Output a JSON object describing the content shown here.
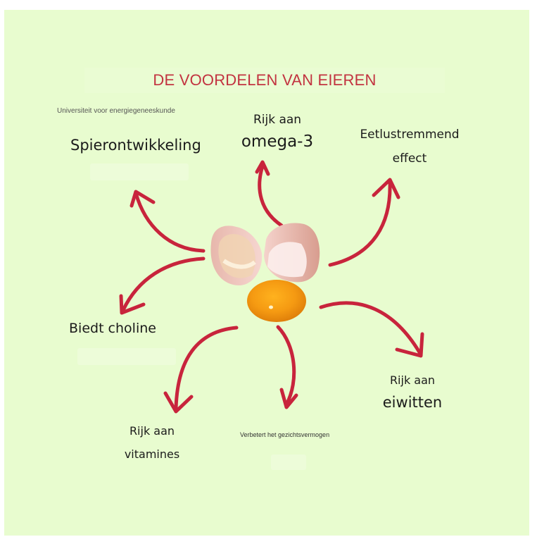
{
  "title": "DE VOORDELEN VAN EIEREN",
  "source_note": "Universiteit voor energiegeneeskunde",
  "accent_color": "#c8243c",
  "background_color": "#e8fccf",
  "benefits": [
    {
      "id": "muscle",
      "lines": [
        "Spierontwikkeling"
      ]
    },
    {
      "id": "omega3",
      "lines": [
        "Rijk aan",
        "omega-3"
      ]
    },
    {
      "id": "appetite",
      "lines": [
        "Eetlustremmend",
        "effect"
      ]
    },
    {
      "id": "choline",
      "lines": [
        "Biedt choline"
      ]
    },
    {
      "id": "protein",
      "lines": [
        "Rijk aan",
        "eiwitten"
      ]
    },
    {
      "id": "vitamins",
      "lines": [
        "Rijk aan",
        "vitamines"
      ]
    },
    {
      "id": "vision",
      "lines": [
        "Verbetert het gezichtsvermogen"
      ]
    }
  ],
  "center_image": "cracked-egg-with-yolk"
}
